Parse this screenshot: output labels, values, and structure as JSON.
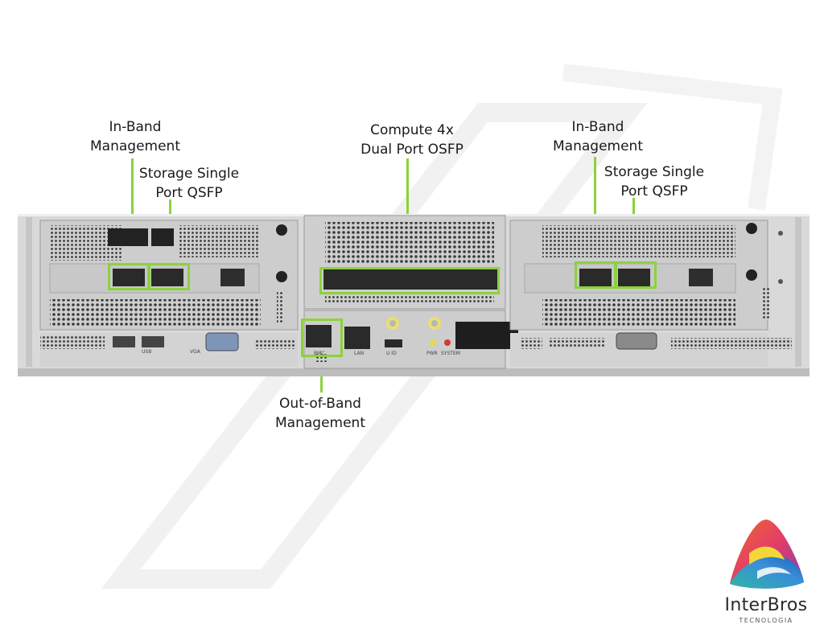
{
  "callouts": {
    "inband_left": {
      "line1": "In-Band",
      "line2": "Management"
    },
    "storage_left": {
      "line1": "Storage Single",
      "line2": "Port QSFP"
    },
    "compute": {
      "line1": "Compute 4x",
      "line2": "Dual Port OSFP"
    },
    "inband_right": {
      "line1": "In-Band",
      "line2": "Management"
    },
    "storage_right": {
      "line1": "Storage Single",
      "line2": "Port QSFP"
    },
    "oob": {
      "line1": "Out-of-Band",
      "line2": "Management"
    }
  },
  "port_labels": {
    "usb": "USB",
    "vga": "VGA",
    "bmc": "BMC",
    "lan": "LAN",
    "uid": "U ID",
    "pwr": "PWR",
    "system": "SYSTEM"
  },
  "brand": {
    "name": "InterBros",
    "tagline": "TECNOLOGIA"
  },
  "colors": {
    "highlight": "#8cd23c",
    "chassis": "#d7d7d7"
  }
}
